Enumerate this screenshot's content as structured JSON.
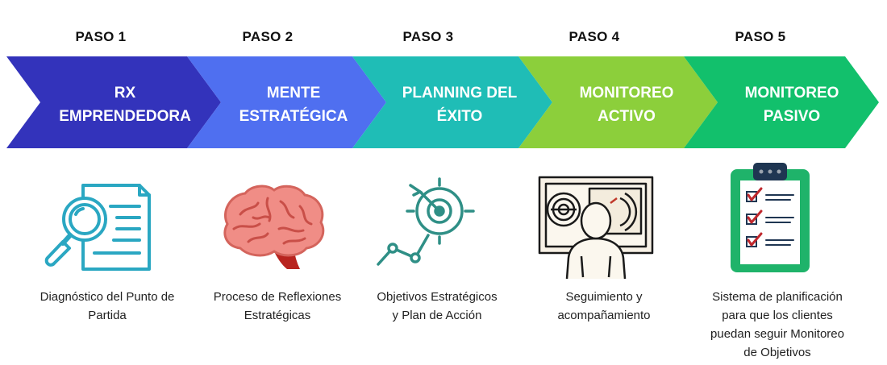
{
  "colors": {
    "step1": "#3333bb",
    "step2": "#4f6ff0",
    "step3": "#1fbdb6",
    "step4": "#8ccf3b",
    "step5": "#12c06c"
  },
  "steps": [
    {
      "label": "PASO 1",
      "title_lines": [
        "RX",
        "EMPRENDEDORA"
      ],
      "icon": "magnifier-document-icon",
      "description_lines": [
        "Diagnóstico del Punto de",
        "Partida"
      ]
    },
    {
      "label": "PASO 2",
      "title_lines": [
        "MENTE",
        "ESTRATÉGICA"
      ],
      "icon": "brain-icon",
      "description_lines": [
        "Proceso de Reflexiones",
        "Estratégicas"
      ]
    },
    {
      "label": "PASO 3",
      "title_lines": [
        "PLANNING DEL",
        "ÉXITO"
      ],
      "icon": "target-arrow-icon",
      "description_lines": [
        "Objetivos Estratégicos",
        "y Plan de Acción"
      ]
    },
    {
      "label": "PASO 4",
      "title_lines": [
        "MONITOREO",
        "ACTIVO"
      ],
      "icon": "person-monitor-icon",
      "description_lines": [
        "Seguimiento y",
        "acompañamiento"
      ]
    },
    {
      "label": "PASO 5",
      "title_lines": [
        "MONITOREO",
        "PASIVO"
      ],
      "icon": "clipboard-checklist-icon",
      "description_lines": [
        "Sistema de planificación",
        "para que los clientes",
        "puedan seguir Monitoreo",
        "de Objetivos"
      ]
    }
  ]
}
